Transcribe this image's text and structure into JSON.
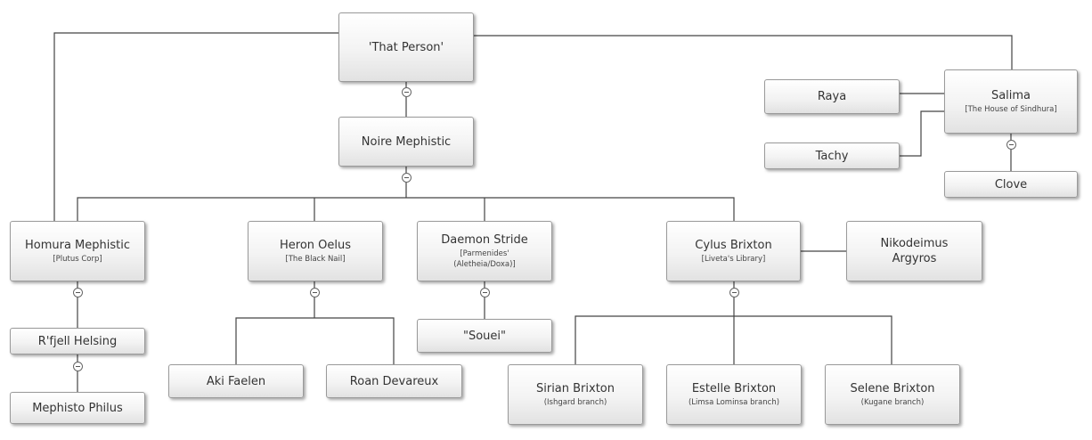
{
  "chart": {
    "nodes": {
      "that_person": {
        "name": "'That Person'"
      },
      "noire": {
        "name": "Noire Mephistic"
      },
      "salima": {
        "name": "Salima",
        "sub": "[The House of Sindhura]"
      },
      "raya": {
        "name": "Raya"
      },
      "tachy": {
        "name": "Tachy"
      },
      "clove": {
        "name": "Clove"
      },
      "homura": {
        "name": "Homura Mephistic",
        "sub": "[Plutus Corp]"
      },
      "heron": {
        "name": "Heron Oelus",
        "sub": "[The Black Nail]"
      },
      "daemon": {
        "name": "Daemon Stride",
        "sub": "[Parmenides' (Aletheia/Doxa)]"
      },
      "cylus": {
        "name": "Cylus Brixton",
        "sub": "[Liveta's Library]"
      },
      "nikodeimus": {
        "name": "Nikodeimus Argyros"
      },
      "rfjell": {
        "name": "R'fjell Helsing"
      },
      "mephisto": {
        "name": "Mephisto Philus"
      },
      "aki": {
        "name": "Aki Faelen"
      },
      "roan": {
        "name": "Roan Devareux"
      },
      "souei": {
        "name": "\"Souei\""
      },
      "sirian": {
        "name": "Sirian Brixton",
        "sub": "(Ishgard branch)"
      },
      "estelle": {
        "name": "Estelle Brixton",
        "sub": "(Limsa Lominsa branch)"
      },
      "selene": {
        "name": "Selene Brixton",
        "sub": "(Kugane branch)"
      }
    }
  },
  "colors": {
    "line": "#444444",
    "node_border": "#9a9a9a"
  },
  "icons": {
    "collapse": "collapse-circle-minus-icon"
  }
}
